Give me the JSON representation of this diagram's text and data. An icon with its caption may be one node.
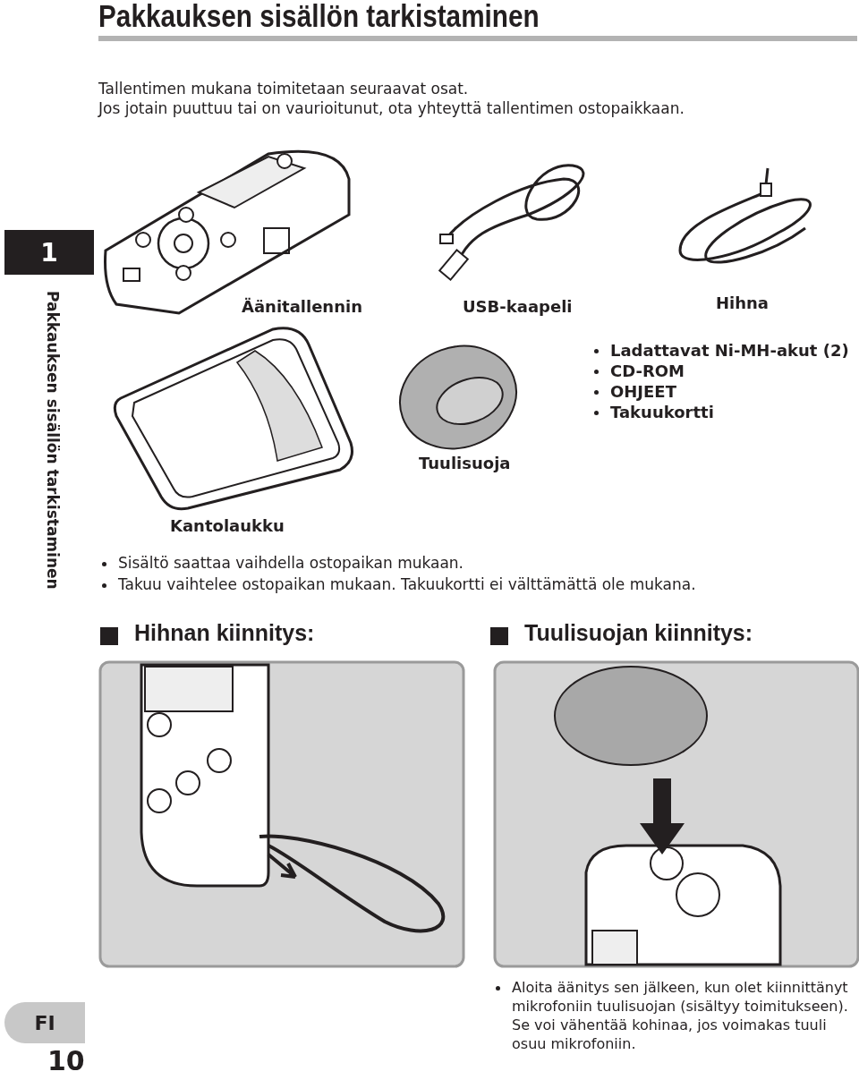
{
  "diagram": {
    "title": "Pakkauksen sisällön tarkistaminen",
    "nodes": [
      {
        "text": [
          "1"
        ]
      },
      {
        "text": [
          "FI"
        ]
      }
    ],
    "labels": [
      "Tallentimen mukana toimitetaan seuraavat osat.",
      "Jos jotain puuttuu tai on vaurioitunut, ota yhteyttä tallentimen ostopaikkaan.",
      "Pakkauksen sisällön tarkistaminen",
      "Äänitallennin",
      "USB-kaapeli",
      "Hihna",
      "Ladattavat Ni-MH-akut (2)",
      "CD-ROM",
      "OHJEET",
      "Takuukortti",
      "Tuulisuoja",
      "Kantolaukku",
      "Sisältö saattaa vaihdella ostopaikan mukaan.",
      "Takuu vaihtelee ostopaikan mukaan. Takuukortti ei välttämättä ole mukana.",
      "Hihnan kiinnitys:",
      "Tuulisuojan kiinnitys:",
      "Aloita äänitys sen jälkeen, kun olet kiinnittänyt mikrofoniin tuulisuojan (sisältyy toimitukseen). Se voi vähentää kohinaa, jos voimakas tuuli osuu mikrofoniin.",
      "10"
    ]
  }
}
